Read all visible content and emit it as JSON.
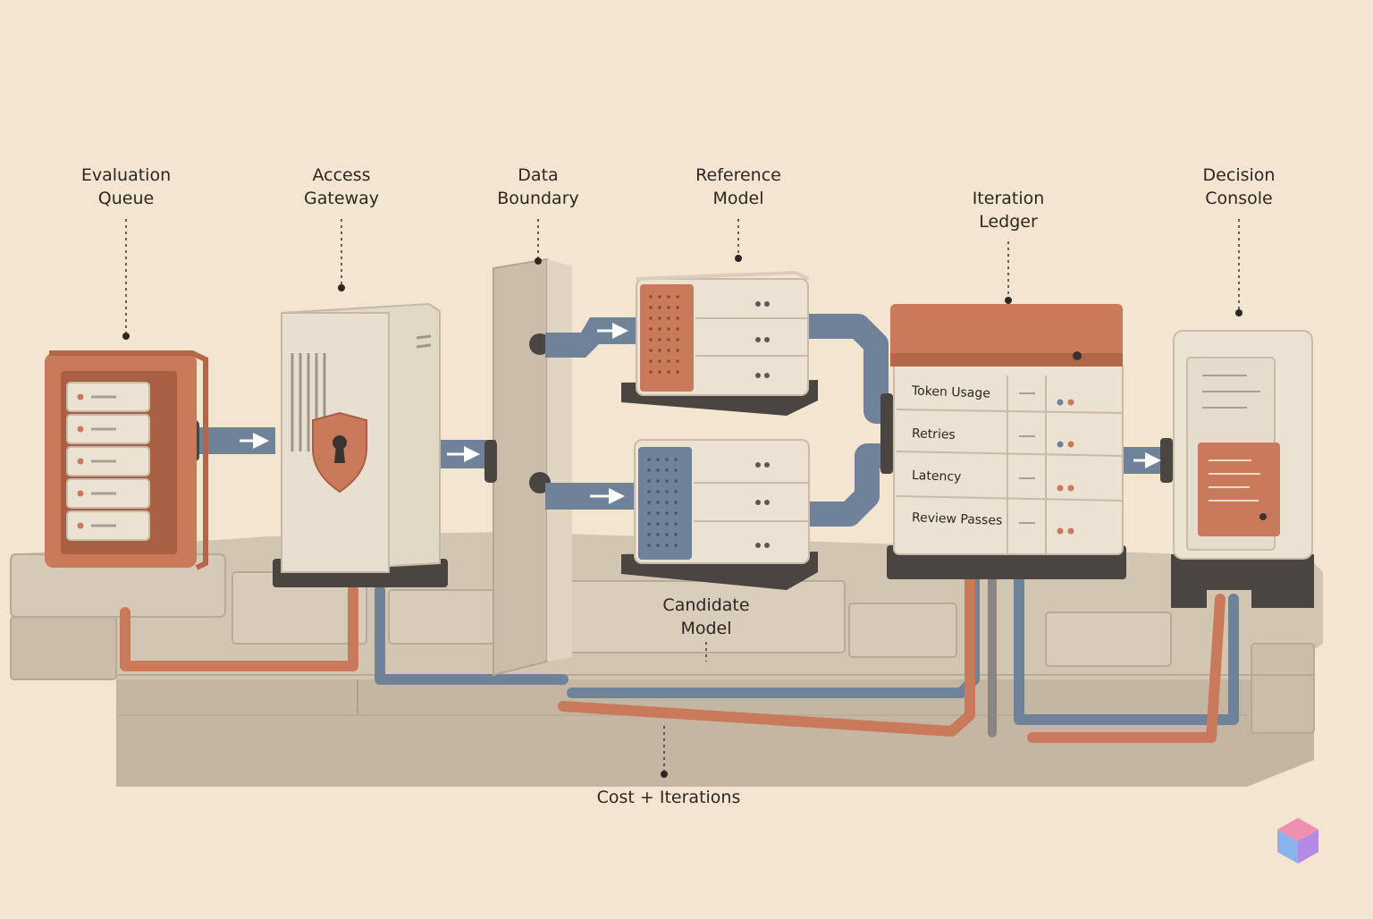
{
  "labels": {
    "evaluation_queue": [
      "Evaluation",
      "Queue"
    ],
    "access_gateway": [
      "Access",
      "Gateway"
    ],
    "data_boundary": [
      "Data",
      "Boundary"
    ],
    "reference_model": [
      "Reference",
      "Model"
    ],
    "iteration_ledger": [
      "Iteration",
      "Ledger"
    ],
    "decision_console": [
      "Decision",
      "Console"
    ],
    "candidate_model": [
      "Candidate",
      "Model"
    ],
    "cost_iterations": "Cost + Iterations"
  },
  "ledger_rows": [
    "Token Usage",
    "Retries",
    "Latency",
    "Review Passes"
  ],
  "colors": {
    "background": "#f4e5d0",
    "terracotta": "#c97a5a",
    "slate": "#6f8299",
    "stone": "#cfc1ae",
    "cream": "#ebe2d3",
    "dark": "#4a4541"
  }
}
